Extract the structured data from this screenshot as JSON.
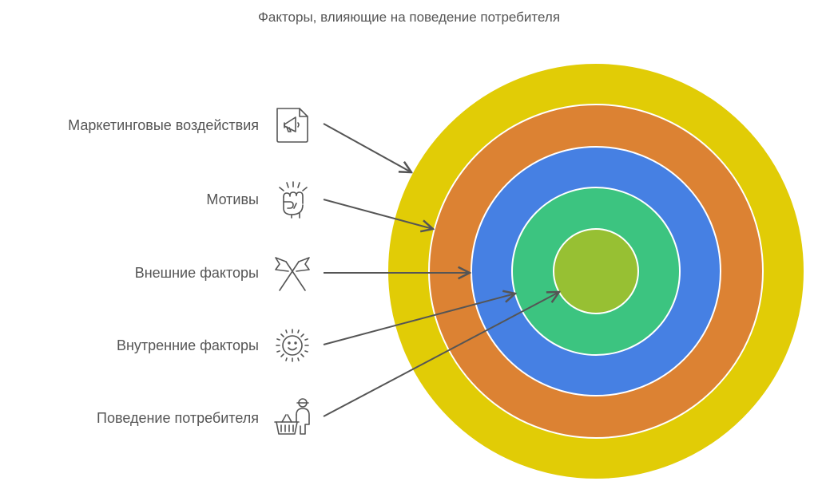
{
  "title": "Факторы, влияющие на поведение потребителя",
  "colors": {
    "ring_outer": "#e1cc06",
    "ring_2": "#dc8233",
    "ring_3": "#4680e3",
    "ring_4": "#3cc480",
    "ring_inner": "#97c033",
    "ring_border": "#ffffff",
    "arrow": "#555555",
    "text": "#555555"
  },
  "items": [
    {
      "label": "Маркетинговые воздействия",
      "icon": "megaphone-icon"
    },
    {
      "label": "Мотивы",
      "icon": "fist-icon"
    },
    {
      "label": "Внешние факторы",
      "icon": "crossed-flags-icon"
    },
    {
      "label": "Внутренние факторы",
      "icon": "smiling-sun-icon"
    },
    {
      "label": "Поведение потребителя",
      "icon": "shopper-basket-icon"
    }
  ]
}
